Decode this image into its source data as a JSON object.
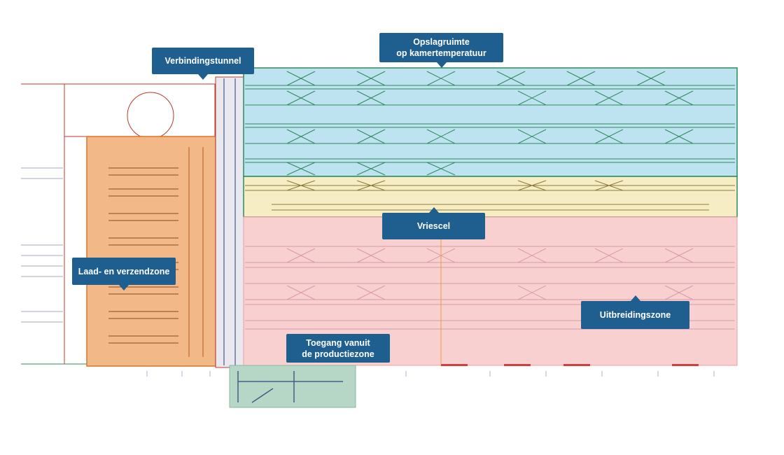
{
  "labels": {
    "connection_tunnel": "Verbindingstunnel",
    "ambient_storage": "Opslagruimte\nop kamertemperatuur",
    "freezer": "Vriescel",
    "loading_zone": "Laad- en verzendzone",
    "expansion_zone": "Uitbreidingszone",
    "production_access": "Toegang vanuit\nde productiezone"
  },
  "colors": {
    "ambient_zone": "#bde3f0",
    "freezer_zone": "#f7edc4",
    "expansion_zone": "#f9d0d0",
    "loading_zone": "#f3b887",
    "tunnel_zone": "#e8e8ee",
    "access_zone": "#b6d6c6",
    "callout_bg": "#1f5f8f",
    "racking_line": "#2e8a5a",
    "outline": "#c0392b"
  }
}
